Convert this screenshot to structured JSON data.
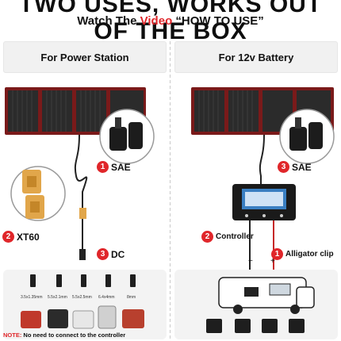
{
  "header": {
    "headline": "TWO USES, WORKS OUT OF THE BOX",
    "sub_prefix": "Watch The ",
    "sub_highlight": "Video",
    "sub_suffix": " “HOW TO USE”"
  },
  "left_panel": {
    "title": "For Power Station",
    "steps": [
      {
        "num": "1",
        "label": "SAE"
      },
      {
        "num": "2",
        "label": "XT60"
      },
      {
        "num": "3",
        "label": "DC"
      }
    ],
    "connector_sizes": [
      "3.5x1.35mm",
      "5.5x2.1mm",
      "5.5x2.5mm",
      "6.4x4mm",
      "8mm"
    ],
    "note_prefix": "NOTE:",
    "note_text": " No need to connect to the controller"
  },
  "right_panel": {
    "title": "For 12v Battery",
    "steps": [
      {
        "num": "3",
        "label": "SAE"
      },
      {
        "num": "2",
        "label": "Controller"
      },
      {
        "num": "1",
        "label": "Alligator clip"
      }
    ],
    "polarity": [
      "-",
      "+"
    ]
  },
  "colors": {
    "accent_red": "#e0262a",
    "panel_frame": "#8b1d1d",
    "panel_cells": "#2a2a2a"
  }
}
